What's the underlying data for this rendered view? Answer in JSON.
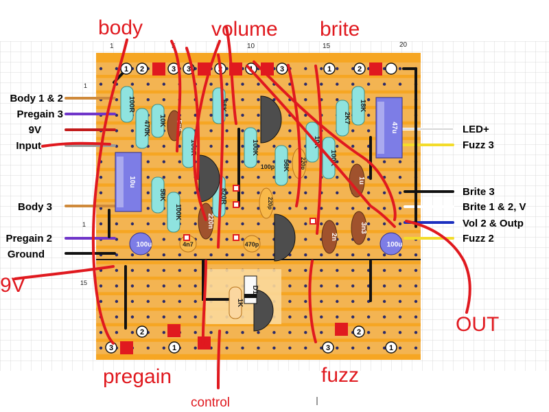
{
  "annotations": {
    "body": "body",
    "volume": "volume",
    "brite": "brite",
    "pregain": "pregain",
    "fuzz": "fuzz",
    "control": "control",
    "out": "OUT",
    "nine_v": "9V"
  },
  "column_numbers": {
    "c1": "1",
    "c5": "5",
    "c10": "10",
    "c15": "15",
    "c20": "20"
  },
  "row_numbers": {
    "r1": "1",
    "r10": "1",
    "r15": "15"
  },
  "left_connections": {
    "body12": "Body 1 & 2",
    "pregain3": "Pregain 3",
    "nine_v": "9V",
    "input": "Input",
    "body3": "Body 3",
    "pregain2": "Pregain 2",
    "ground": "Ground"
  },
  "right_connections": {
    "led": "LED+",
    "fuzz3": "Fuzz 3",
    "brite3": "Brite 3",
    "brite12": "Brite 1 & 2, V",
    "vol2": "Vol 2 & Outp",
    "fuzz2": "Fuzz 2"
  },
  "pot_lugs": {
    "body": [
      "1",
      "2",
      "3"
    ],
    "volume": [
      "3",
      "2",
      "1"
    ],
    "brite": [
      "3",
      "1",
      "2"
    ],
    "pregain": [
      "3",
      "2",
      "1"
    ],
    "fuzz": [
      "3",
      "2",
      "1"
    ]
  },
  "components": {
    "r_100r_a": "100R",
    "r_470k": "470K",
    "r_10k": "10K",
    "c_5n6": "5n6",
    "r_100r_b": "100R",
    "r_56k_a": "56K",
    "r_100k_a": "100K",
    "r_56k_b": "56K",
    "r_18k": "18K",
    "r_2k7": "2K7",
    "r_10k_b": "10K",
    "r_100k_b": "100K",
    "c_47u": "47u",
    "c_10u": "10u",
    "r_56k_c": "56K",
    "r_100k_c": "100K",
    "c_220n": "220n",
    "r_820r": "820R",
    "c_100p": "100p",
    "r_56k_d": "56K",
    "c_220p_a": "220p",
    "c_220p_b": "220p",
    "c_1u": "1u",
    "c_2n": "2n",
    "c_3n3": "3n3",
    "c_100u_a": "100u",
    "c_100u_b": "100u",
    "c_4n7": "4n7",
    "c_470p": "470p",
    "d1": "D1",
    "r_1k": "1K"
  }
}
